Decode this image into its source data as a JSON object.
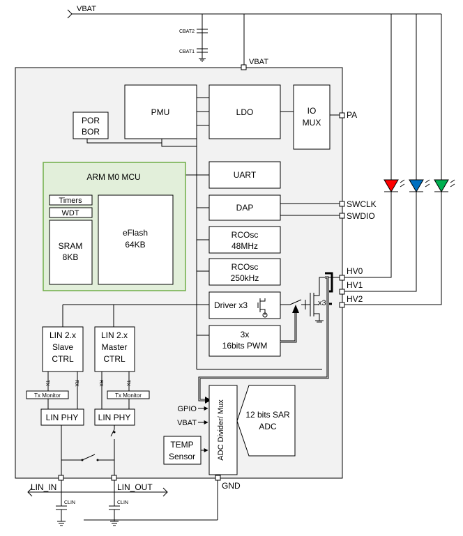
{
  "power": {
    "vbat_top": "VBAT",
    "vbat_chip": "VBAT",
    "cbat2": "CBAT2",
    "cbat1": "CBAT1",
    "gnd": "GND"
  },
  "blocks": {
    "pmu": "PMU",
    "ldo": "LDO",
    "iomux_1": "IO",
    "iomux_2": "MUX",
    "por_1": "POR",
    "por_2": "BOR",
    "mcu_title": "ARM M0 MCU",
    "timers": "Timers",
    "wdt": "WDT",
    "sram_1": "SRAM",
    "sram_2": "8KB",
    "eflash_1": "eFlash",
    "eflash_2": "64KB",
    "uart": "UART",
    "dap": "DAP",
    "rcosc48_1": "RCOsc",
    "rcosc48_2": "48MHz",
    "rcosc250_1": "RCOsc",
    "rcosc250_2": "250kHz",
    "driver": "Driver x3",
    "pwm_1": "3x",
    "pwm_2": "16bits PWM",
    "lin_slave_1": "LIN 2.x",
    "lin_slave_2": "Slave",
    "lin_slave_3": "CTRL",
    "lin_master_1": "LIN 2.x",
    "lin_master_2": "Master",
    "lin_master_3": "CTRL",
    "tx": "TX",
    "rx": "RX",
    "tx_monitor": "Tx Monitor",
    "lin_phy": "LIN PHY",
    "adc_mux": "ADC Divider/ Mux",
    "adc_1": "12 bits SAR",
    "adc_2": "ADC",
    "temp_1": "TEMP",
    "temp_2": "Sensor",
    "x3": "x3"
  },
  "pins": {
    "pa": "PA",
    "swclk": "SWCLK",
    "swdio": "SWDIO",
    "hv0": "HV0",
    "hv1": "HV1",
    "hv2": "HV2",
    "gpio": "GPIO",
    "vbat_adc": "VBAT",
    "lin_in": "LIN_IN",
    "lin_out": "LIN_OUT",
    "clin": "CLIN"
  },
  "leds": [
    {
      "color": "red",
      "hex": "#ff0000"
    },
    {
      "color": "blue",
      "hex": "#0070c0"
    },
    {
      "color": "green",
      "hex": "#00b050"
    }
  ],
  "colors": {
    "chip_fill": "#f2f2f2",
    "mcu_fill": "#e2efda",
    "mcu_border": "#70ad47"
  }
}
